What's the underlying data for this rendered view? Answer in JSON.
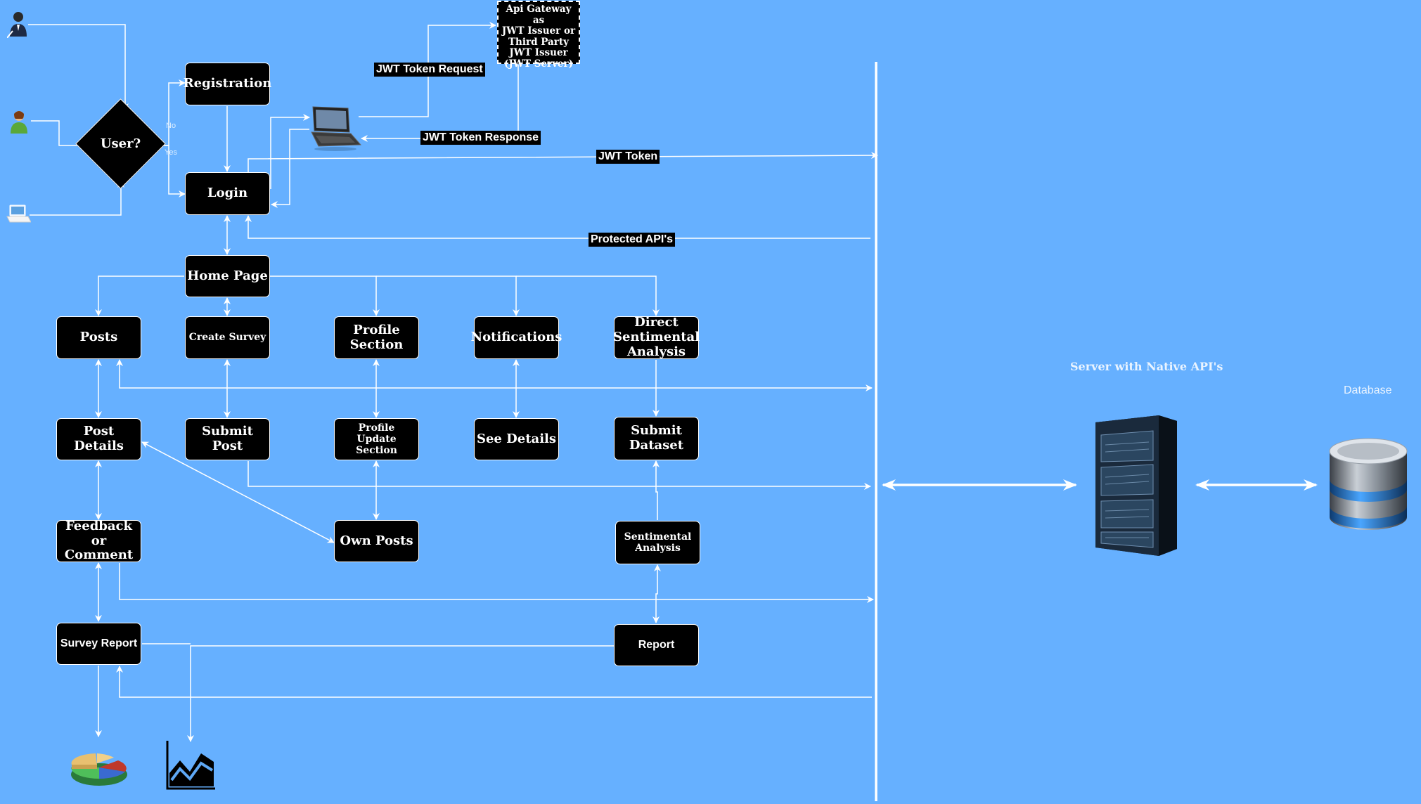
{
  "decision": {
    "label": "User?",
    "no_label": "No",
    "yes_label": "Yes"
  },
  "gateway": {
    "lines": [
      "Api Gateway as",
      "JWT Issuer or",
      "Third Party",
      "JWT Issuer",
      "(JWT Server)"
    ]
  },
  "edge_labels": {
    "jwt_request": "JWT Token Request",
    "jwt_response": "JWT Token Response",
    "jwt_token": "JWT Token",
    "protected_apis": "Protected API's"
  },
  "nodes": {
    "registration": "Registration",
    "login": "Login",
    "home_page": "Home Page",
    "posts": "Posts",
    "create_survey": "Create Survey",
    "profile_section": "Profile Section",
    "notifications": "Notifications",
    "direct_sentimental_analysis": "Direct Sentimental Analysis",
    "post_details": "Post Details",
    "submit_post": "Submit Post",
    "profile_update_section": "Profile Update Section",
    "see_details": "See Details",
    "submit_dataset": "Submit Dataset",
    "feedback_or_comment": "Feedback or Comment",
    "own_posts": "Own Posts",
    "sentimental_analysis": "Sentimental Analysis",
    "survey_report": "Survey Report",
    "report": "Report"
  },
  "labels": {
    "server": "Server with Native API's",
    "database": "Database"
  },
  "icons": {
    "admin_user": "user-suit-icon",
    "female_user": "user-icon",
    "laptop_client": "laptop-icon",
    "tablet_client": "laptop-icon",
    "server": "server-rack-icon",
    "database": "database-icon",
    "pie_chart": "pie-chart-icon",
    "area_chart": "area-chart-icon"
  }
}
